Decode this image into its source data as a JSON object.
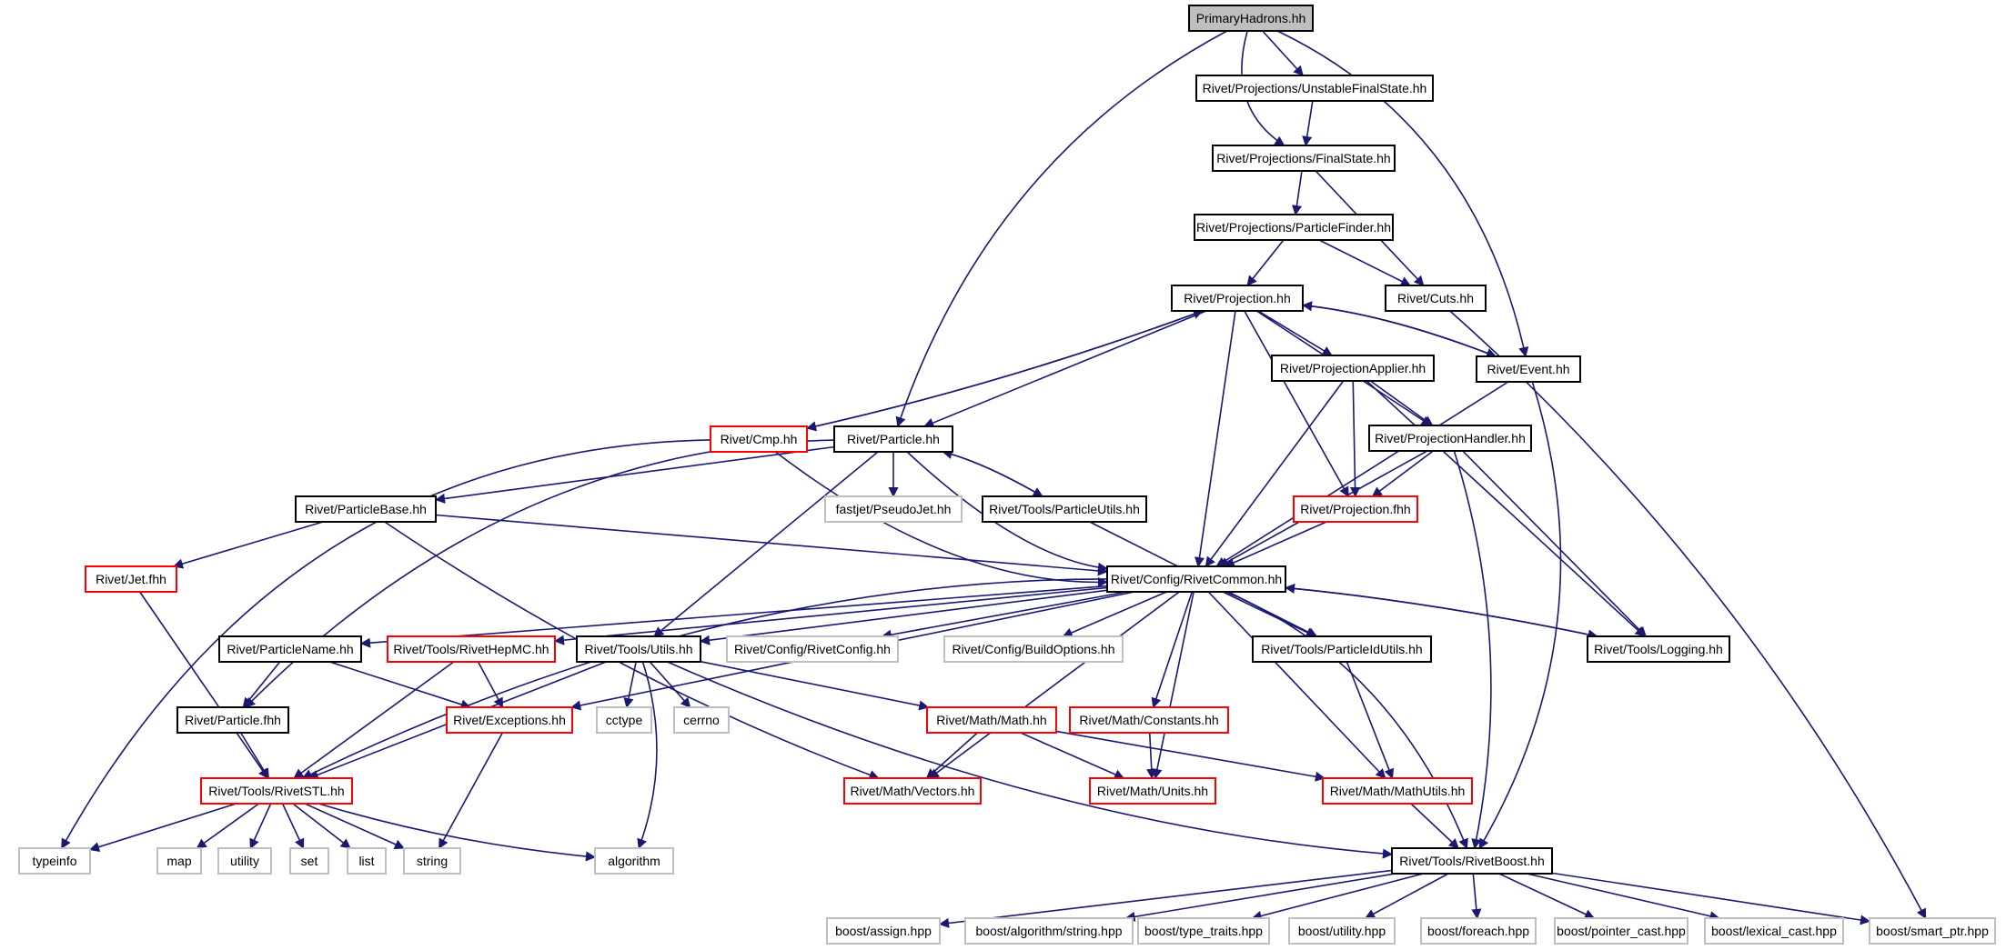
{
  "colors": {
    "edge": "#191970",
    "root_fill": "#bfbfbf",
    "root_border": "#000000",
    "normal_border": "#000000",
    "truncated_border": "#ff0000",
    "external_border": "#bfbfbf",
    "node_fill": "#ffffff"
  },
  "nodes": [
    {
      "id": "root",
      "label": "PrimaryHadrons.hh",
      "kind": "root"
    },
    {
      "id": "ufs",
      "label": "Rivet/Projections/UnstableFinalState.hh",
      "kind": "normal"
    },
    {
      "id": "fs",
      "label": "Rivet/Projections/FinalState.hh",
      "kind": "normal"
    },
    {
      "id": "pf",
      "label": "Rivet/Projections/ParticleFinder.hh",
      "kind": "normal"
    },
    {
      "id": "proj",
      "label": "Rivet/Projection.hh",
      "kind": "normal"
    },
    {
      "id": "cuts",
      "label": "Rivet/Cuts.hh",
      "kind": "normal"
    },
    {
      "id": "event",
      "label": "Rivet/Event.hh",
      "kind": "normal"
    },
    {
      "id": "papp",
      "label": "Rivet/ProjectionApplier.hh",
      "kind": "normal"
    },
    {
      "id": "phand",
      "label": "Rivet/ProjectionHandler.hh",
      "kind": "normal"
    },
    {
      "id": "cmp",
      "label": "Rivet/Cmp.hh",
      "kind": "truncated"
    },
    {
      "id": "particle",
      "label": "Rivet/Particle.hh",
      "kind": "normal"
    },
    {
      "id": "pseudojet",
      "label": "fastjet/PseudoJet.hh",
      "kind": "external"
    },
    {
      "id": "putils",
      "label": "Rivet/Tools/ParticleUtils.hh",
      "kind": "normal"
    },
    {
      "id": "projfhh",
      "label": "Rivet/Projection.fhh",
      "kind": "truncated"
    },
    {
      "id": "pbase",
      "label": "Rivet/ParticleBase.hh",
      "kind": "normal"
    },
    {
      "id": "jetfhh",
      "label": "Rivet/Jet.fhh",
      "kind": "truncated"
    },
    {
      "id": "common",
      "label": "Rivet/Config/RivetCommon.hh",
      "kind": "normal"
    },
    {
      "id": "pname",
      "label": "Rivet/ParticleName.hh",
      "kind": "normal"
    },
    {
      "id": "hepmc",
      "label": "Rivet/Tools/RivetHepMC.hh",
      "kind": "truncated"
    },
    {
      "id": "utils",
      "label": "Rivet/Tools/Utils.hh",
      "kind": "normal"
    },
    {
      "id": "rconfig",
      "label": "Rivet/Config/RivetConfig.hh",
      "kind": "external"
    },
    {
      "id": "bopts",
      "label": "Rivet/Config/BuildOptions.hh",
      "kind": "external"
    },
    {
      "id": "pidutils",
      "label": "Rivet/Tools/ParticleIdUtils.hh",
      "kind": "normal"
    },
    {
      "id": "logging",
      "label": "Rivet/Tools/Logging.hh",
      "kind": "normal"
    },
    {
      "id": "pfhh",
      "label": "Rivet/Particle.fhh",
      "kind": "normal"
    },
    {
      "id": "exc",
      "label": "Rivet/Exceptions.hh",
      "kind": "truncated"
    },
    {
      "id": "cctype",
      "label": "cctype",
      "kind": "external"
    },
    {
      "id": "cerrno",
      "label": "cerrno",
      "kind": "external"
    },
    {
      "id": "mathhh",
      "label": "Rivet/Math/Math.hh",
      "kind": "truncated"
    },
    {
      "id": "consts",
      "label": "Rivet/Math/Constants.hh",
      "kind": "truncated"
    },
    {
      "id": "stl",
      "label": "Rivet/Tools/RivetSTL.hh",
      "kind": "truncated"
    },
    {
      "id": "vectors",
      "label": "Rivet/Math/Vectors.hh",
      "kind": "truncated"
    },
    {
      "id": "units",
      "label": "Rivet/Math/Units.hh",
      "kind": "truncated"
    },
    {
      "id": "mutils",
      "label": "Rivet/Math/MathUtils.hh",
      "kind": "truncated"
    },
    {
      "id": "typeinfo",
      "label": "typeinfo",
      "kind": "external"
    },
    {
      "id": "map",
      "label": "map",
      "kind": "external"
    },
    {
      "id": "utility",
      "label": "utility",
      "kind": "external"
    },
    {
      "id": "set",
      "label": "set",
      "kind": "external"
    },
    {
      "id": "list",
      "label": "list",
      "kind": "external"
    },
    {
      "id": "string",
      "label": "string",
      "kind": "external"
    },
    {
      "id": "algorithm",
      "label": "algorithm",
      "kind": "external"
    },
    {
      "id": "boost",
      "label": "Rivet/Tools/RivetBoost.hh",
      "kind": "normal"
    },
    {
      "id": "bassign",
      "label": "boost/assign.hpp",
      "kind": "external"
    },
    {
      "id": "balgstr",
      "label": "boost/algorithm/string.hpp",
      "kind": "external"
    },
    {
      "id": "btt",
      "label": "boost/type_traits.hpp",
      "kind": "external"
    },
    {
      "id": "butil",
      "label": "boost/utility.hpp",
      "kind": "external"
    },
    {
      "id": "bforeach",
      "label": "boost/foreach.hpp",
      "kind": "external"
    },
    {
      "id": "bpc",
      "label": "boost/pointer_cast.hpp",
      "kind": "external"
    },
    {
      "id": "blc",
      "label": "boost/lexical_cast.hpp",
      "kind": "external"
    },
    {
      "id": "bsp",
      "label": "boost/smart_ptr.hpp",
      "kind": "external"
    }
  ],
  "edges": [
    [
      "root",
      "particle"
    ],
    [
      "root",
      "ufs"
    ],
    [
      "root",
      "fs"
    ],
    [
      "root",
      "event"
    ],
    [
      "ufs",
      "fs"
    ],
    [
      "fs",
      "pf"
    ],
    [
      "fs",
      "cuts"
    ],
    [
      "pf",
      "proj"
    ],
    [
      "pf",
      "cuts"
    ],
    [
      "cuts",
      "bsp"
    ],
    [
      "proj",
      "papp"
    ],
    [
      "proj",
      "phand"
    ],
    [
      "proj",
      "projfhh"
    ],
    [
      "proj",
      "common"
    ],
    [
      "proj",
      "cmp"
    ],
    [
      "proj",
      "particle"
    ],
    [
      "proj",
      "event"
    ],
    [
      "event",
      "proj"
    ],
    [
      "event",
      "common"
    ],
    [
      "event",
      "boost"
    ],
    [
      "cmp",
      "proj"
    ],
    [
      "cmp",
      "common"
    ],
    [
      "cmp",
      "typeinfo"
    ],
    [
      "papp",
      "phand"
    ],
    [
      "papp",
      "projfhh"
    ],
    [
      "papp",
      "common"
    ],
    [
      "papp",
      "logging"
    ],
    [
      "phand",
      "projfhh"
    ],
    [
      "phand",
      "common"
    ],
    [
      "phand",
      "logging"
    ],
    [
      "phand",
      "boost"
    ],
    [
      "particle",
      "pbase"
    ],
    [
      "particle",
      "pseudojet"
    ],
    [
      "particle",
      "putils"
    ],
    [
      "particle",
      "common"
    ],
    [
      "particle",
      "utils"
    ],
    [
      "particle",
      "pfhh"
    ],
    [
      "putils",
      "particle"
    ],
    [
      "putils",
      "pidutils"
    ],
    [
      "projfhh",
      "common"
    ],
    [
      "pbase",
      "jetfhh"
    ],
    [
      "pbase",
      "common"
    ],
    [
      "pbase",
      "vectors"
    ],
    [
      "jetfhh",
      "stl"
    ],
    [
      "common",
      "pname"
    ],
    [
      "common",
      "hepmc"
    ],
    [
      "common",
      "utils"
    ],
    [
      "common",
      "rconfig"
    ],
    [
      "common",
      "bopts"
    ],
    [
      "common",
      "pidutils"
    ],
    [
      "common",
      "logging"
    ],
    [
      "common",
      "exc"
    ],
    [
      "common",
      "vectors"
    ],
    [
      "common",
      "units"
    ],
    [
      "common",
      "consts"
    ],
    [
      "common",
      "mutils"
    ],
    [
      "common",
      "stl"
    ],
    [
      "common",
      "boost"
    ],
    [
      "logging",
      "common"
    ],
    [
      "pname",
      "pfhh"
    ],
    [
      "pname",
      "exc"
    ],
    [
      "hepmc",
      "exc"
    ],
    [
      "hepmc",
      "stl"
    ],
    [
      "utils",
      "cctype"
    ],
    [
      "utils",
      "cerrno"
    ],
    [
      "utils",
      "mathhh"
    ],
    [
      "utils",
      "stl"
    ],
    [
      "utils",
      "algorithm"
    ],
    [
      "utils",
      "boost"
    ],
    [
      "pidutils",
      "mutils"
    ],
    [
      "pfhh",
      "stl"
    ],
    [
      "exc",
      "string"
    ],
    [
      "mathhh",
      "vectors"
    ],
    [
      "mathhh",
      "units"
    ],
    [
      "mathhh",
      "mutils"
    ],
    [
      "consts",
      "units"
    ],
    [
      "mutils",
      "boost"
    ],
    [
      "stl",
      "typeinfo"
    ],
    [
      "stl",
      "map"
    ],
    [
      "stl",
      "utility"
    ],
    [
      "stl",
      "set"
    ],
    [
      "stl",
      "list"
    ],
    [
      "stl",
      "string"
    ],
    [
      "stl",
      "algorithm"
    ],
    [
      "boost",
      "bassign"
    ],
    [
      "boost",
      "balgstr"
    ],
    [
      "boost",
      "btt"
    ],
    [
      "boost",
      "butil"
    ],
    [
      "boost",
      "bforeach"
    ],
    [
      "boost",
      "bpc"
    ],
    [
      "boost",
      "blc"
    ],
    [
      "boost",
      "bsp"
    ]
  ]
}
